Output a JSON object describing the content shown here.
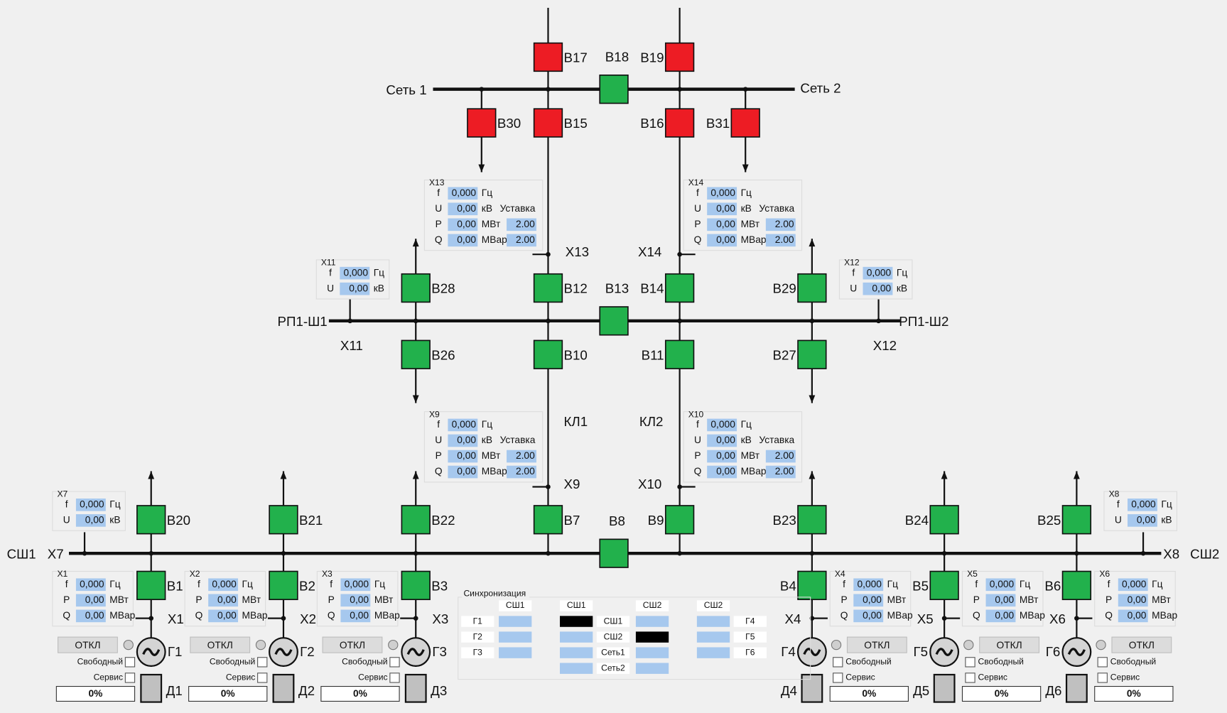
{
  "colors": {
    "closed": "#22b14c",
    "open": "#ed1c24",
    "field": "#a6c8ee",
    "background": "#f0f0f0",
    "motor": "#c0c0c0",
    "sync_active": "#000000"
  },
  "buses": {
    "top_left": "Сеть 1",
    "top_right": "Сеть 2",
    "mid_left": "РП1-Ш1",
    "mid_right": "РП1-Ш2",
    "bottom_left": "СШ1",
    "bottom_right": "СШ2"
  },
  "junction_labels": {
    "X7": "X7",
    "X8": "X8",
    "X9": "X9",
    "X10": "X10",
    "X11": "X11",
    "X12": "X12",
    "X13": "X13",
    "X14": "X14"
  },
  "cable_labels": {
    "left": "КЛ1",
    "right": "КЛ2"
  },
  "breakers": [
    {
      "id": "В17",
      "state": "open"
    },
    {
      "id": "В18",
      "state": "closed"
    },
    {
      "id": "В19",
      "state": "open"
    },
    {
      "id": "В30",
      "state": "open"
    },
    {
      "id": "В15",
      "state": "open"
    },
    {
      "id": "В16",
      "state": "open"
    },
    {
      "id": "В31",
      "state": "open"
    },
    {
      "id": "В28",
      "state": "closed"
    },
    {
      "id": "В12",
      "state": "closed"
    },
    {
      "id": "В13",
      "state": "closed"
    },
    {
      "id": "В14",
      "state": "closed"
    },
    {
      "id": "В29",
      "state": "closed"
    },
    {
      "id": "В26",
      "state": "closed"
    },
    {
      "id": "В10",
      "state": "closed"
    },
    {
      "id": "В11",
      "state": "closed"
    },
    {
      "id": "В27",
      "state": "closed"
    },
    {
      "id": "В20",
      "state": "closed"
    },
    {
      "id": "В21",
      "state": "closed"
    },
    {
      "id": "В22",
      "state": "closed"
    },
    {
      "id": "В7",
      "state": "closed"
    },
    {
      "id": "В8",
      "state": "closed"
    },
    {
      "id": "В9",
      "state": "closed"
    },
    {
      "id": "В23",
      "state": "closed"
    },
    {
      "id": "В24",
      "state": "closed"
    },
    {
      "id": "В25",
      "state": "closed"
    },
    {
      "id": "В1",
      "state": "closed"
    },
    {
      "id": "В2",
      "state": "closed"
    },
    {
      "id": "В3",
      "state": "closed"
    },
    {
      "id": "В4",
      "state": "closed"
    },
    {
      "id": "В5",
      "state": "closed"
    },
    {
      "id": "В6",
      "state": "closed"
    }
  ],
  "measurements": {
    "X13": {
      "title": "X13",
      "setpoint_header": "Уставка",
      "rows": [
        {
          "k": "f",
          "v": "0,000",
          "u": "Гц"
        },
        {
          "k": "U",
          "v": "0,00",
          "u": "кВ"
        },
        {
          "k": "P",
          "v": "0,00",
          "u": "МВт",
          "set": "2.00"
        },
        {
          "k": "Q",
          "v": "0,00",
          "u": "МВар",
          "set": "2.00"
        }
      ]
    },
    "X14": {
      "title": "X14",
      "setpoint_header": "Уставка",
      "rows": [
        {
          "k": "f",
          "v": "0,000",
          "u": "Гц"
        },
        {
          "k": "U",
          "v": "0,00",
          "u": "кВ"
        },
        {
          "k": "P",
          "v": "0,00",
          "u": "МВт",
          "set": "2.00"
        },
        {
          "k": "Q",
          "v": "0,00",
          "u": "МВар",
          "set": "2.00"
        }
      ]
    },
    "X9": {
      "title": "X9",
      "setpoint_header": "Уставка",
      "rows": [
        {
          "k": "f",
          "v": "0,000",
          "u": "Гц"
        },
        {
          "k": "U",
          "v": "0,00",
          "u": "кВ"
        },
        {
          "k": "P",
          "v": "0,00",
          "u": "МВт",
          "set": "2.00"
        },
        {
          "k": "Q",
          "v": "0,00",
          "u": "МВар",
          "set": "2.00"
        }
      ]
    },
    "X10": {
      "title": "X10",
      "setpoint_header": "Уставка",
      "rows": [
        {
          "k": "f",
          "v": "0,000",
          "u": "Гц"
        },
        {
          "k": "U",
          "v": "0,00",
          "u": "кВ"
        },
        {
          "k": "P",
          "v": "0,00",
          "u": "МВт",
          "set": "2.00"
        },
        {
          "k": "Q",
          "v": "0,00",
          "u": "МВар",
          "set": "2.00"
        }
      ]
    },
    "X11": {
      "title": "X11",
      "rows": [
        {
          "k": "f",
          "v": "0,000",
          "u": "Гц"
        },
        {
          "k": "U",
          "v": "0,00",
          "u": "кВ"
        }
      ]
    },
    "X12": {
      "title": "X12",
      "rows": [
        {
          "k": "f",
          "v": "0,000",
          "u": "Гц"
        },
        {
          "k": "U",
          "v": "0,00",
          "u": "кВ"
        }
      ]
    },
    "X7": {
      "title": "X7",
      "rows": [
        {
          "k": "f",
          "v": "0,000",
          "u": "Гц"
        },
        {
          "k": "U",
          "v": "0,00",
          "u": "кВ"
        }
      ]
    },
    "X8": {
      "title": "X8",
      "rows": [
        {
          "k": "f",
          "v": "0,000",
          "u": "Гц"
        },
        {
          "k": "U",
          "v": "0,00",
          "u": "кВ"
        }
      ]
    }
  },
  "generators": [
    {
      "id": "Г1",
      "drive": "Д1",
      "junction": "X1",
      "breaker": "В1",
      "button": "ОТКЛ",
      "free": "Свободный",
      "service": "Сервис",
      "progress": "0%",
      "progress_value": 0,
      "meas": {
        "title": "X1",
        "rows": [
          {
            "k": "f",
            "v": "0,000",
            "u": "Гц"
          },
          {
            "k": "P",
            "v": "0,00",
            "u": "МВт"
          },
          {
            "k": "Q",
            "v": "0,00",
            "u": "МВар"
          }
        ]
      }
    },
    {
      "id": "Г2",
      "drive": "Д2",
      "junction": "X2",
      "breaker": "В2",
      "button": "ОТКЛ",
      "free": "Свободный",
      "service": "Сервис",
      "progress": "0%",
      "progress_value": 0,
      "meas": {
        "title": "X2",
        "rows": [
          {
            "k": "f",
            "v": "0,000",
            "u": "Гц"
          },
          {
            "k": "P",
            "v": "0,00",
            "u": "МВт"
          },
          {
            "k": "Q",
            "v": "0,00",
            "u": "МВар"
          }
        ]
      }
    },
    {
      "id": "Г3",
      "drive": "Д3",
      "junction": "X3",
      "breaker": "В3",
      "button": "ОТКЛ",
      "free": "Свободный",
      "service": "Сервис",
      "progress": "0%",
      "progress_value": 0,
      "meas": {
        "title": "X3",
        "rows": [
          {
            "k": "f",
            "v": "0,000",
            "u": "Гц"
          },
          {
            "k": "P",
            "v": "0,00",
            "u": "МВт"
          },
          {
            "k": "Q",
            "v": "0,00",
            "u": "МВар"
          }
        ]
      }
    },
    {
      "id": "Г4",
      "drive": "Д4",
      "junction": "X4",
      "breaker": "В4",
      "button": "ОТКЛ",
      "free": "Свободный",
      "service": "Сервис",
      "progress": "0%",
      "progress_value": 0,
      "meas": {
        "title": "X4",
        "rows": [
          {
            "k": "f",
            "v": "0,000",
            "u": "Гц"
          },
          {
            "k": "P",
            "v": "0,00",
            "u": "МВт"
          },
          {
            "k": "Q",
            "v": "0,00",
            "u": "МВар"
          }
        ]
      }
    },
    {
      "id": "Г5",
      "drive": "Д5",
      "junction": "X5",
      "breaker": "В5",
      "button": "ОТКЛ",
      "free": "Свободный",
      "service": "Сервис",
      "progress": "0%",
      "progress_value": 0,
      "meas": {
        "title": "X5",
        "rows": [
          {
            "k": "f",
            "v": "0,000",
            "u": "Гц"
          },
          {
            "k": "P",
            "v": "0,00",
            "u": "МВт"
          },
          {
            "k": "Q",
            "v": "0,00",
            "u": "МВар"
          }
        ]
      }
    },
    {
      "id": "Г6",
      "drive": "Д6",
      "junction": "X6",
      "breaker": "В6",
      "button": "ОТКЛ",
      "free": "Свободный",
      "service": "Сервис",
      "progress": "0%",
      "progress_value": 0,
      "meas": {
        "title": "X6",
        "rows": [
          {
            "k": "f",
            "v": "0,000",
            "u": "Гц"
          },
          {
            "k": "P",
            "v": "0,00",
            "u": "МВт"
          },
          {
            "k": "Q",
            "v": "0,00",
            "u": "МВар"
          }
        ]
      }
    }
  ],
  "sync": {
    "title": "Синхронизация",
    "col_headers": [
      "СШ1",
      "СШ1",
      "СШ2",
      "СШ2"
    ],
    "left_labels": [
      "Г1",
      "Г2",
      "Г3"
    ],
    "middle_labels": [
      "СШ1",
      "СШ2",
      "Сеть1",
      "Сеть2"
    ],
    "right_labels": [
      "Г4",
      "Г5",
      "Г6"
    ],
    "col1_active": [
      false,
      false,
      false
    ],
    "col2_active": [
      true,
      false,
      false,
      false
    ],
    "col3_active": [
      false,
      true,
      false,
      false
    ],
    "col4_active": [
      false,
      false,
      false
    ]
  }
}
